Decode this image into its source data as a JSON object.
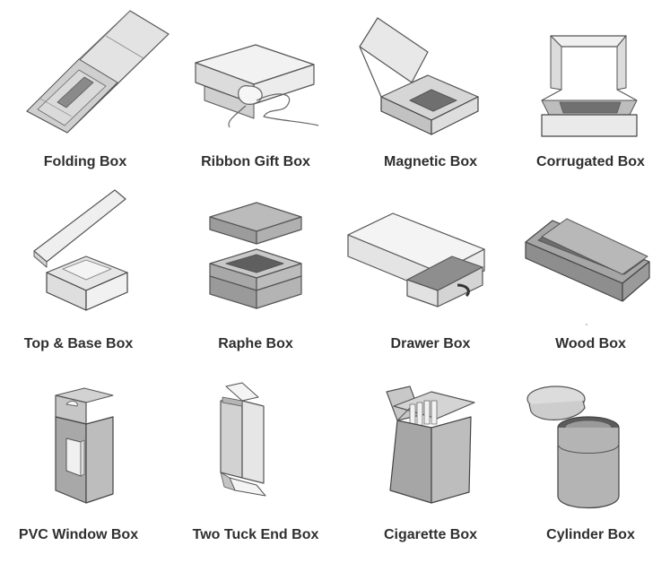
{
  "items": [
    {
      "label": "Folding Box",
      "icon": "folding-box-icon"
    },
    {
      "label": "Ribbon Gift Box",
      "icon": "ribbon-gift-box-icon"
    },
    {
      "label": "Magnetic Box",
      "icon": "magnetic-box-icon"
    },
    {
      "label": "Corrugated Box",
      "icon": "corrugated-box-icon"
    },
    {
      "label": "Top & Base Box",
      "icon": "top-base-box-icon"
    },
    {
      "label": "Raphe Box",
      "icon": "raphe-box-icon"
    },
    {
      "label": "Drawer Box",
      "icon": "drawer-box-icon"
    },
    {
      "label": "Wood Box",
      "icon": "wood-box-icon"
    },
    {
      "label": "PVC Window Box",
      "icon": "pvc-window-box-icon"
    },
    {
      "label": "Two Tuck End Box",
      "icon": "two-tuck-end-box-icon"
    },
    {
      "label": "Cigarette Box",
      "icon": "cigarette-box-icon"
    },
    {
      "label": "Cylinder Box",
      "icon": "cylinder-box-icon"
    }
  ],
  "colors": {
    "outline": "#555555",
    "light": "#e6e6e6",
    "mid": "#b9b9b9",
    "dark": "#7d7d7d",
    "text": "#2f2f2f"
  }
}
